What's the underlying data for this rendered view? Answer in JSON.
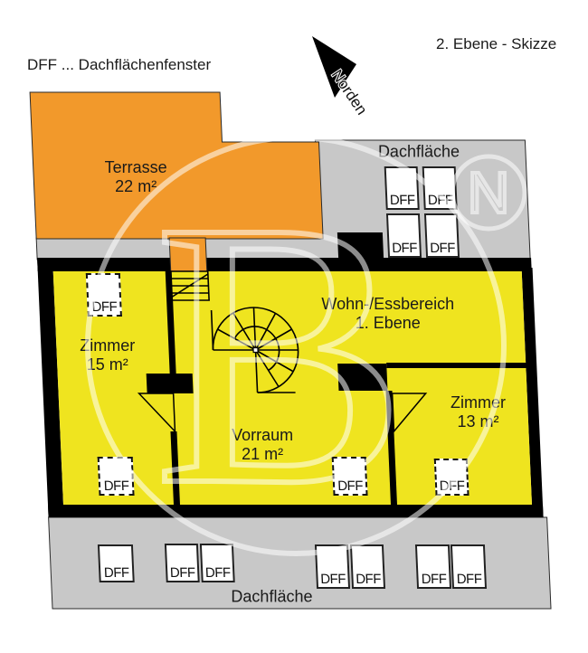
{
  "title": "2. Ebene - Skizze",
  "legend": "DFF ... Dachflächenfenster",
  "north_label": "Norden",
  "dff_label": "DFF",
  "rooms": {
    "terrasse": {
      "name": "Terrasse",
      "area": "22 m²"
    },
    "zimmer15": {
      "name": "Zimmer",
      "area": "15 m²"
    },
    "wohn_essbereich": {
      "name": "Wohn-/Essbereich",
      "sub": "1. Ebene"
    },
    "vorraum": {
      "name": "Vorraum",
      "area": "21 m²"
    },
    "zimmer13": {
      "name": "Zimmer",
      "area": "13 m²"
    }
  },
  "roof": {
    "top": "Dachfläche",
    "bottom": "Dachfläche"
  },
  "colors": {
    "terrace": "#F2992B",
    "room_yellow": "#EFE41F",
    "roof_gray": "#C8C8C8",
    "wall": "#000000",
    "watermark": "rgba(255,255,255,0.55)"
  }
}
